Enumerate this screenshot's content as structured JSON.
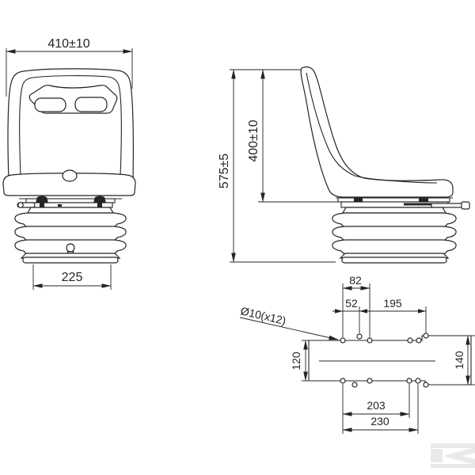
{
  "drawing": {
    "line_color": "#242424",
    "background": "#ffffff",
    "front_view": {
      "width_dim": "410±10",
      "base_width_dim": "225"
    },
    "side_view": {
      "total_height_dim": "575±5",
      "backrest_height_dim": "400±10"
    },
    "mounting_pattern": {
      "holes_note": "Ø10(x12)",
      "top_pitch_dim": "82",
      "offset_dim": "52",
      "span_dim": "195",
      "left_height_dim": "120",
      "right_height_dim": "140",
      "bottom_pitch_dim": "203",
      "bottom_span_dim": "230"
    },
    "watermark": {
      "letter": "K",
      "color": "#e9e9e9"
    }
  }
}
